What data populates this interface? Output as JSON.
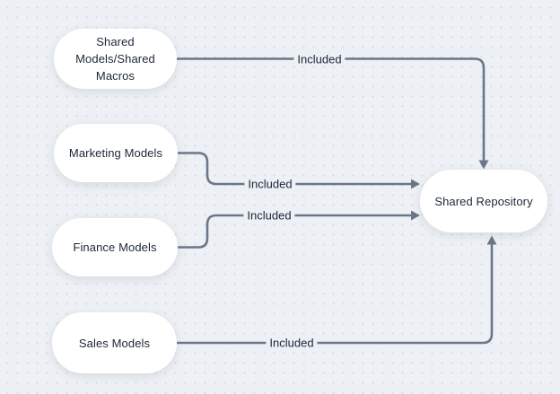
{
  "diagram": {
    "colors": {
      "background": "#edf0f4",
      "dot_grid": "#d4dae2",
      "connector": "#6b7787",
      "node_fill": "#ffffff",
      "text": "#1d2738"
    },
    "nodes": [
      {
        "id": "shared-models",
        "label": "Shared\nModels/Shared\nMacros"
      },
      {
        "id": "marketing-models",
        "label": "Marketing Models"
      },
      {
        "id": "finance-models",
        "label": "Finance Models"
      },
      {
        "id": "sales-models",
        "label": "Sales Models"
      },
      {
        "id": "shared-repository",
        "label": "Shared Repository"
      }
    ],
    "edges": [
      {
        "from": "shared-models",
        "to": "shared-repository",
        "label": "Included"
      },
      {
        "from": "marketing-models",
        "to": "shared-repository",
        "label": "Included"
      },
      {
        "from": "finance-models",
        "to": "shared-repository",
        "label": "Included"
      },
      {
        "from": "sales-models",
        "to": "shared-repository",
        "label": "Included"
      }
    ]
  }
}
